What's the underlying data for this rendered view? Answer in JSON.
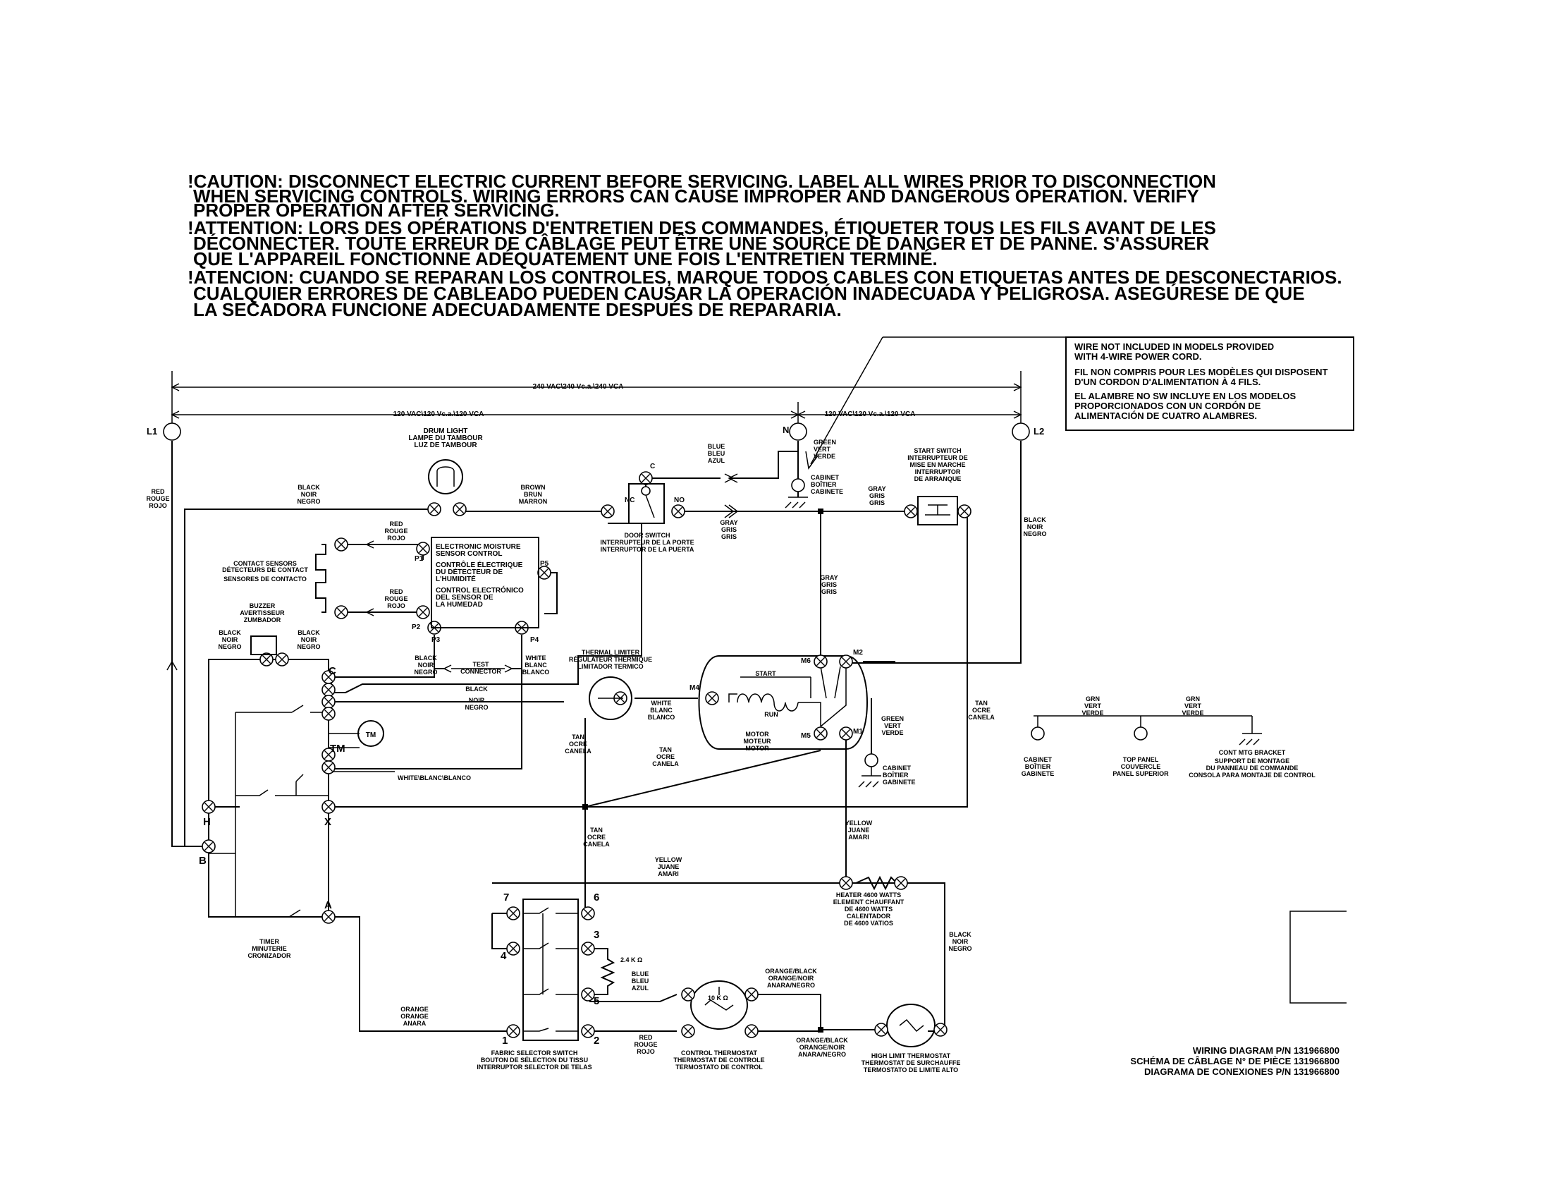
{
  "warnings": {
    "caution": [
      "!CAUTION: DISCONNECT ELECTRIC CURRENT BEFORE SERVICING. LABEL ALL WIRES PRIOR TO DISCONNECTION",
      "WHEN SERVICING CONTROLS. WIRING ERRORS CAN CAUSE IMPROPER AND DANGEROUS OPERATION. VERIFY",
      "PROPER OPERATION AFTER SERVICING."
    ],
    "attention": [
      "!ATTENTION: LORS DES OPÉRATIONS D'ENTRETIEN DES COMMANDES, ÉTIQUETER TOUS LES FILS AVANT DE LES",
      "DÉCONNECTER. TOUTE ERREUR DE CÂBLAGE PEUT ÊTRE UNE SOURCE DE DANGER ET DE PANNE. S'ASSURER",
      "QUE L'APPAREIL FONCTIONNE ADÉQUATEMENT UNE FOIS L'ENTRETIEN TERMINÉ."
    ],
    "atencion": [
      "!ATENCION: CUANDO SE REPARAN LOS CONTROLES, MARQUE TODOS CABLES CON ETIQUETAS ANTES DE DESCONECTARIOS.",
      "CUALQUIER ERRORES DE CABLEADO PUEDEN CAUSAR LA OPERACIÓN INADECUADA Y PELIGROSA. ASEGÚRESE DE QUE",
      "LA SECADORA FUNCIONE ADECUADAMENTE DESPUÉS DE REPARARIA."
    ]
  },
  "note_box": {
    "en": [
      "WIRE NOT INCLUDED IN MODELS PROVIDED",
      "WITH 4-WIRE POWER CORD."
    ],
    "fr": [
      "FIL NON COMPRIS POUR LES MODÈLES QUI DISPOSENT",
      "D'UN CORDON D'ALIMENTATION À 4 FILS."
    ],
    "es": [
      "EL ALAMBRE NO SW INCLUYE EN LOS MODELOS",
      "PROPORCIONADOS CON UN CORDÓN DE",
      "ALIMENTACIÓN DE CUATRO ALAMBRES."
    ]
  },
  "voltages": {
    "total": "240 VAC\\240 Vc.a.\\240 VCA",
    "left": "120 VAC\\120 Vc.a.\\120 VCA",
    "right": "120 VAC\\120 Vc.a.\\120 VCA"
  },
  "terminals": {
    "l1": "L1",
    "l2": "L2",
    "n": "N",
    "c": "C",
    "tm": "TM",
    "h": "H",
    "x": "X",
    "b": "B",
    "a": "A",
    "p1": "P1",
    "p2": "P2",
    "p3": "P3",
    "p4": "P4",
    "p5": "P5",
    "m1": "M1",
    "m2": "M2",
    "m4": "M4",
    "m5": "M5",
    "m6": "M6",
    "sw_c": "C",
    "sw_nc": "NC",
    "sw_no": "NO",
    "f1": "1",
    "f2": "2",
    "f3": "3",
    "f4": "4",
    "f5": "5",
    "f6": "6",
    "f7": "7"
  },
  "components": {
    "drum_light": [
      "DRUM LIGHT",
      "LAMPE DU TAMBOUR",
      "LUZ DE TAMBOUR"
    ],
    "door_switch": [
      "DOOR SWITCH",
      "INTERRUPTEUR DE LA PORTE",
      "INTERRUPTOR DE LA PUERTA"
    ],
    "start_switch": [
      "START SWITCH",
      "INTERRUPTEUR DE",
      "MISE EN MARCHE",
      "INTERRUPTOR",
      "DE ARRANQUE"
    ],
    "moisture": [
      "ELECTRONIC MOISTURE",
      "SENSOR CONTROL",
      "CONTRÔLE ÉLECTRIQUE",
      "DU DÉTECTEUR DE",
      "L'HUMIDITÉ",
      "CONTROL ELECTRÓNICO",
      "DEL SENSOR DE",
      "LA HUMEDAD"
    ],
    "contact_sensors": [
      "CONTACT SENSORS",
      "DÉTECTEURS DE CONTACT",
      "SENSORES DE CONTACTO"
    ],
    "buzzer": [
      "BUZZER",
      "AVERTISSEUR",
      "ZUMBADOR"
    ],
    "test_connector": [
      "TEST",
      "CONNECTOR"
    ],
    "thermal_limiter": [
      "THERMAL LIMITER",
      "RÉGULATEUR THERMIQUE",
      "LIMITADOR TERMICO"
    ],
    "motor": [
      "MOTOR",
      "MOTEUR",
      "MOTOR"
    ],
    "start": "START",
    "run": "RUN",
    "tm_symbol": "TM",
    "timer": [
      "TIMER",
      "MINUTERIE",
      "CRONIZADOR"
    ],
    "fabric_switch": [
      "FABRIC SELECTOR SWITCH",
      "BOUTON DE SÉLECTION DU TISSU",
      "INTERRUPTOR SELECTOR DE TELAS"
    ],
    "resistor_24k": "2.4 K Ω",
    "resistor_10k": "10 K Ω",
    "control_thermostat": [
      "CONTROL THERMOSTAT",
      "THERMOSTAT DE CONTROLE",
      "TERMOSTATO DE CONTROL"
    ],
    "heater": [
      "HEATER 4600 WATTS",
      "ELEMENT CHAUFFANT",
      "DE 4600 WATTS",
      "CALENTADOR",
      "DE 4600 VATIOS"
    ],
    "high_limit": [
      "HIGH LIMIT THERMOSTAT",
      "THERMOSTAT DE SURCHAUFFE",
      "TERMOSTATO DE LIMITE ALTO"
    ],
    "cabinet": [
      "CABINET",
      "BOÎTIER",
      "CABINETE"
    ],
    "cabinet2": [
      "CABINET",
      "BOÎTIER",
      "GABINETE"
    ],
    "cabinet3": [
      "CABINET",
      "BOÎTIER",
      "GABINETE"
    ],
    "top_panel": [
      "TOP PANEL",
      "COUVERCLE",
      "PANEL SUPERIOR"
    ],
    "cont_mtg": [
      "CONT MTG BRACKET",
      "SUPPORT DE MONTAGE",
      "DU PANNEAU DE COMMANDE",
      "CONSOLA PARA MONTAJE DE CONTROL"
    ]
  },
  "wire_labels": {
    "red_l1": [
      "RED",
      "ROUGE",
      "ROJO"
    ],
    "black_top": [
      "BLACK",
      "NOIR",
      "NEGRO"
    ],
    "brown": [
      "BROWN",
      "BRUN",
      "MARRON"
    ],
    "blue_n": [
      "BLUE",
      "BLEU",
      "AZUL"
    ],
    "green_n": [
      "GREEN",
      "VERT",
      "VERDE"
    ],
    "gray_a": [
      "GRAY",
      "GRIS",
      "GRIS"
    ],
    "gray_b": [
      "GRAY",
      "GRIS",
      "GRIS"
    ],
    "gray_c": [
      "GRAY",
      "GRIS",
      "GRIS"
    ],
    "black_l2": [
      "BLACK",
      "NOIR",
      "NEGRO"
    ],
    "red_p1": [
      "RED",
      "ROUGE",
      "ROJO"
    ],
    "red_p2": [
      "RED",
      "ROUGE",
      "ROJO"
    ],
    "black_buz_l": [
      "BLACK",
      "NOIR",
      "NEGRO"
    ],
    "black_buz_r": [
      "BLACK",
      "NOIR",
      "NEGRO"
    ],
    "black_p3": [
      "BLACK",
      "NOIR",
      "NEGRO"
    ],
    "white_p4": [
      "WHITE",
      "BLANC",
      "BLANCO"
    ],
    "black_c": [
      "BLACK",
      "NOIR",
      "NEGRO"
    ],
    "white_lim": [
      "WHITE",
      "BLANC",
      "BLANCO"
    ],
    "tan_a": [
      "TAN",
      "OCRE",
      "CANELA"
    ],
    "tan_b": [
      "TAN",
      "OCRE",
      "CANELA"
    ],
    "tan_c": [
      "TAN",
      "OCRE",
      "CANELA"
    ],
    "tan_d": [
      "TAN",
      "OCRE",
      "CANELA"
    ],
    "green_m": [
      "GREEN",
      "VERT",
      "VERDE"
    ],
    "white_blanc": "WHITE\\BLANC\\BLANCO",
    "yellow_a": [
      "YELLOW",
      "JUANE",
      "AMARI"
    ],
    "yellow_b": [
      "YELLOW",
      "JUANE",
      "AMARI"
    ],
    "orange_a": [
      "ORANGE",
      "ORANGE",
      "ANARA"
    ],
    "blue_r": [
      "BLUE",
      "BLEU",
      "AZUL"
    ],
    "red_b": [
      "RED",
      "ROUGE",
      "ROJO"
    ],
    "orange_black_a": [
      "ORANGE/BLACK",
      "ORANGE/NOIR",
      "ANARA/NEGRO"
    ],
    "orange_black_b": [
      "ORANGE/BLACK",
      "ORANGE/NOIR",
      "ANARA/NEGRO"
    ],
    "black_hl": [
      "BLACK",
      "NOIR",
      "NEGRO"
    ],
    "grn_1": [
      "GRN",
      "VERT",
      "VERDE"
    ],
    "grn_2": [
      "GRN",
      "VERT",
      "VERDE"
    ]
  },
  "footer": [
    "WIRING DIAGRAM P/N 131966800",
    "SCHÉMA DE CÂBLAGE N° DE PIÈCE 131966800",
    "DIAGRAMA DE CONEXIONES P/N 131966800"
  ]
}
